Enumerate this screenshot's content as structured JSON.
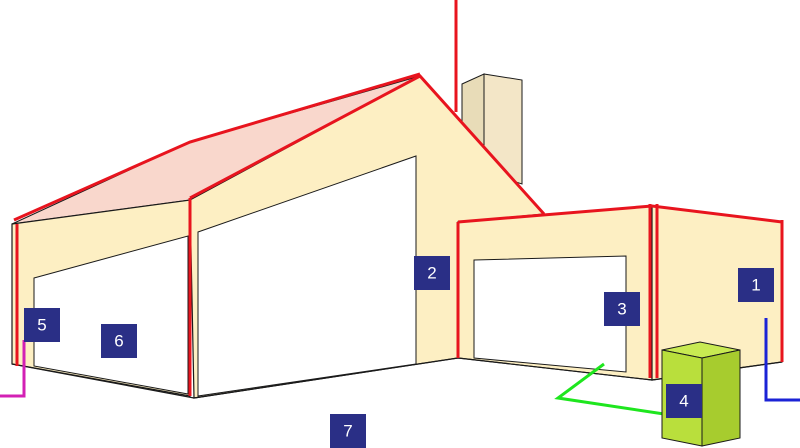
{
  "colors": {
    "wall_fill": "#fdefc3",
    "roof_fill": "#f9d7cc",
    "chimney_fill": "#f3e6c7",
    "unit_fill": "#b9df3c",
    "outline": "#1a1a1a",
    "red_line": "#e8141e",
    "blue_line": "#1b23d6",
    "green_line": "#1ee61e",
    "magenta_line": "#d320b4",
    "label_bg": "#2a2f86",
    "label_text": "#ffffff"
  },
  "labels": [
    {
      "id": "label-1",
      "text": "1"
    },
    {
      "id": "label-2",
      "text": "2"
    },
    {
      "id": "label-3",
      "text": "3"
    },
    {
      "id": "label-4",
      "text": "4"
    },
    {
      "id": "label-5",
      "text": "5"
    },
    {
      "id": "label-6",
      "text": "6"
    },
    {
      "id": "label-7",
      "text": "7"
    }
  ]
}
